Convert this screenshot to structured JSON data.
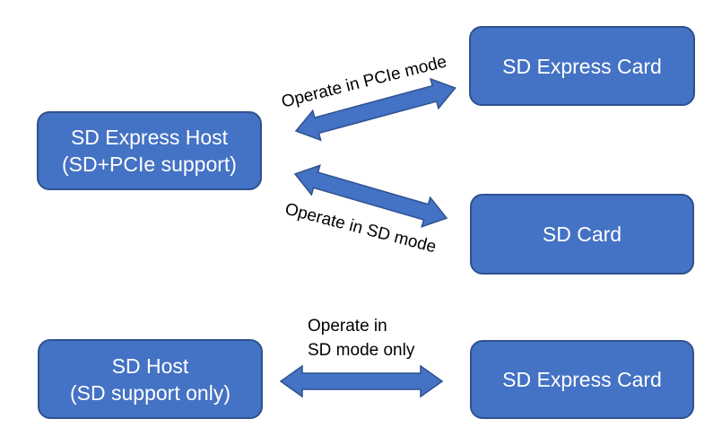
{
  "colors": {
    "bg": "#ffffff",
    "box_fill": "#4472c4",
    "box_border": "#2f528f",
    "box_text": "#ffffff",
    "arrow_fill": "#4472c4",
    "arrow_border": "#2f528f",
    "label_text": "#000000"
  },
  "boxes": {
    "sd_express_host": {
      "line1": "SD Express Host",
      "line2": "(SD+PCIe support)"
    },
    "sd_express_card_top": {
      "label": "SD Express Card"
    },
    "sd_card": {
      "label": "SD Card"
    },
    "sd_host": {
      "line1": "SD Host",
      "line2": "(SD support only)"
    },
    "sd_express_card_bottom": {
      "label": "SD Express Card"
    }
  },
  "arrows": {
    "pcie_mode": {
      "label": "Operate in PCIe mode",
      "direction": "bidirectional"
    },
    "sd_mode": {
      "label": "Operate in SD mode",
      "direction": "bidirectional"
    },
    "sd_mode_only": {
      "label_line1": "Operate in",
      "label_line2": "SD mode only",
      "direction": "bidirectional"
    }
  }
}
